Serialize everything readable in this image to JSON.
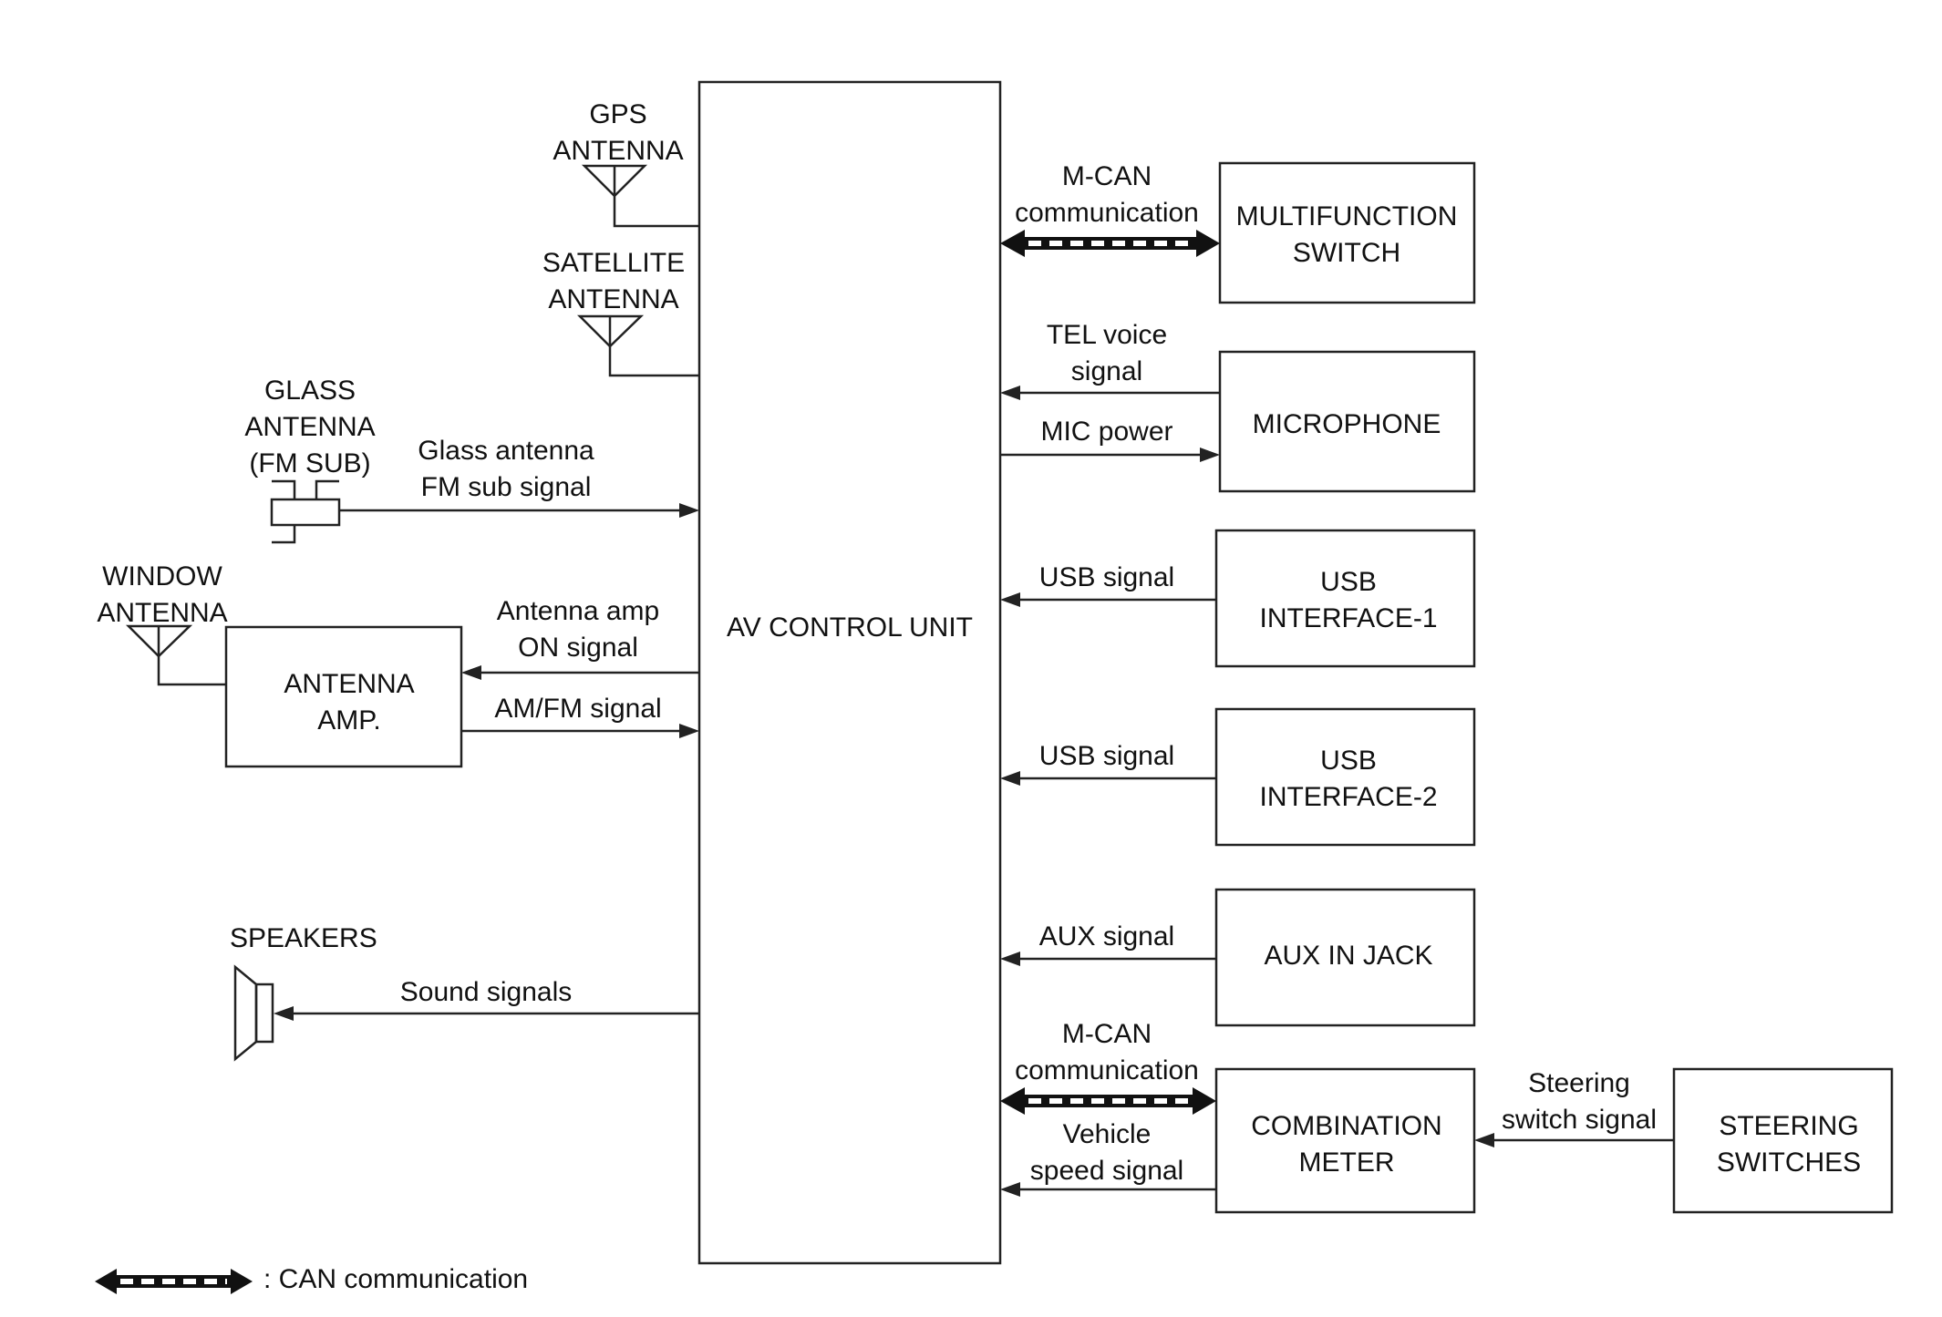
{
  "diagram": {
    "central_unit": "AV CONTROL UNIT",
    "components": {
      "multifunction_switch": [
        "MULTIFUNCTION",
        "SWITCH"
      ],
      "microphone": [
        "MICROPHONE"
      ],
      "usb_interface_1": [
        "USB",
        "INTERFACE-1"
      ],
      "usb_interface_2": [
        "USB",
        "INTERFACE-2"
      ],
      "aux_in_jack": [
        "AUX IN JACK"
      ],
      "combination_meter": [
        "COMBINATION",
        "METER"
      ],
      "steering_switches": [
        "STEERING",
        "SWITCHES"
      ],
      "antenna_amp": [
        "ANTENNA",
        "AMP."
      ]
    },
    "antennas": {
      "gps": [
        "GPS",
        "ANTENNA"
      ],
      "satellite": [
        "SATELLITE",
        "ANTENNA"
      ],
      "glass": [
        "GLASS",
        "ANTENNA",
        "(FM SUB)"
      ],
      "window": [
        "WINDOW",
        "ANTENNA"
      ]
    },
    "speakers": "SPEAKERS",
    "signals": {
      "mcan_multifunction": [
        "M-CAN",
        "communication"
      ],
      "tel_voice": [
        "TEL voice",
        "signal"
      ],
      "mic_power": "MIC power",
      "usb_signal_1": "USB signal",
      "usb_signal_2": "USB signal",
      "aux_signal": "AUX signal",
      "mcan_combination": [
        "M-CAN",
        "communication"
      ],
      "vehicle_speed": [
        "Vehicle",
        "speed signal"
      ],
      "steering_switch": [
        "Steering",
        "switch signal"
      ],
      "glass_antenna_fm_sub": [
        "Glass antenna",
        "FM sub signal"
      ],
      "antenna_amp_on": [
        "Antenna amp",
        "ON signal"
      ],
      "am_fm": "AM/FM signal",
      "sound": "Sound signals"
    },
    "legend": ": CAN communication"
  }
}
